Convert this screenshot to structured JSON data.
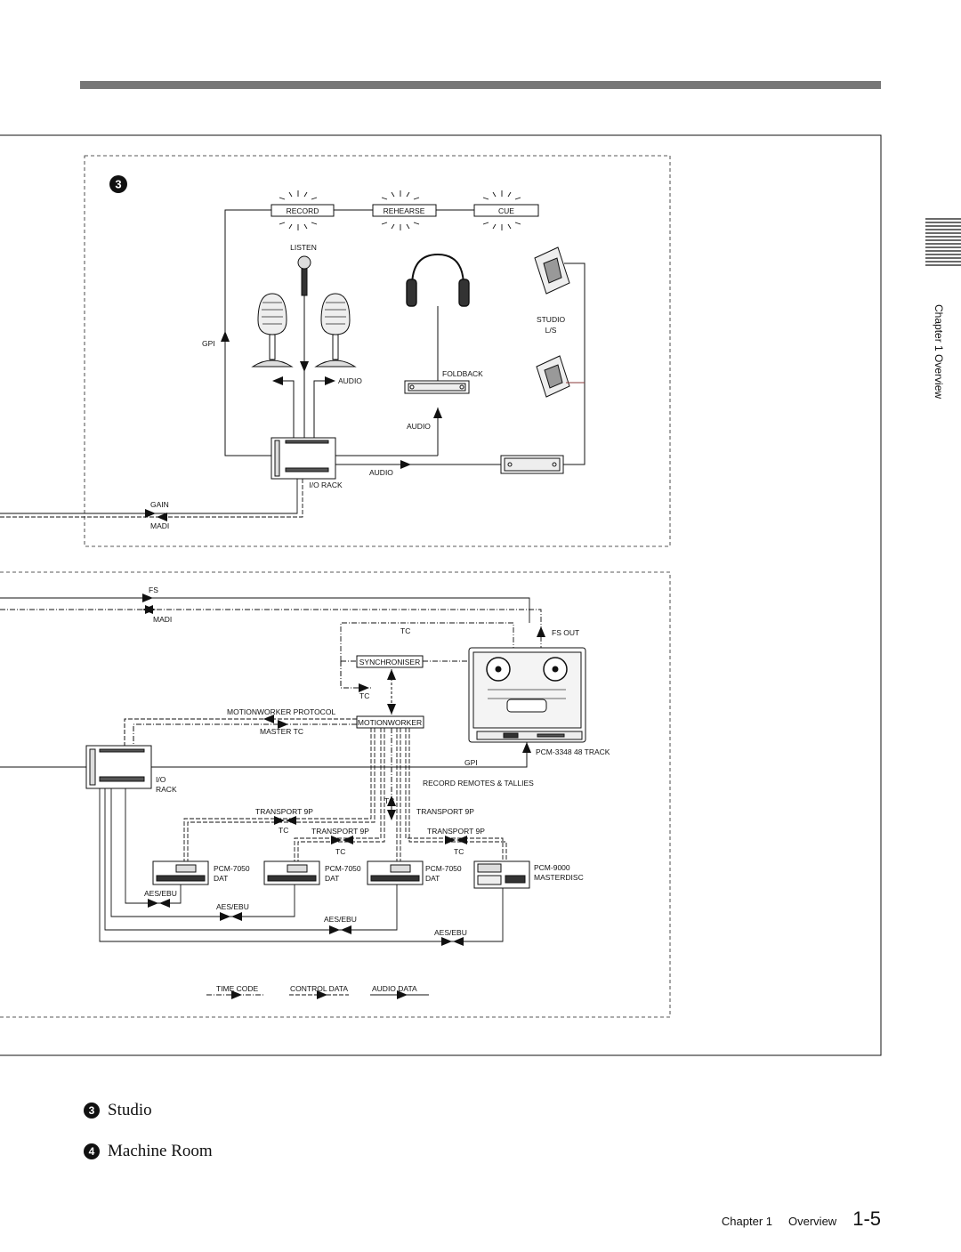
{
  "labels": {
    "record": "RECORD",
    "rehearse": "REHEARSE",
    "cue": "CUE",
    "listen": "LISTEN",
    "studio": "STUDIO",
    "ls": "L/S",
    "gpi": "GPI",
    "audio": "AUDIO",
    "foldback": "FOLDBACK",
    "io_rack": "I/O RACK",
    "gain": "GAIN",
    "madi": "MADI",
    "fs": "FS",
    "tc": "TC",
    "fs_out": "FS OUT",
    "synchroniser": "SYNCHRONISER",
    "motionworker_protocol": "MOTIONWORKER PROTOCOL",
    "motionworker": "MOTIONWORKER",
    "master_tc": "MASTER TC",
    "pcm3348": "PCM-3348 48 TRACK",
    "io": "I/O",
    "rack": "RACK",
    "record_remotes": "RECORD REMOTES & TALLIES",
    "transport_9p": "TRANSPORT 9P",
    "pcm7050": "PCM-7050",
    "dat": "DAT",
    "pcm9000": "PCM-9000",
    "masterdisc": "MASTERDISC",
    "aes_ebu": "AES/EBU",
    "legend_time_code": "TIME CODE",
    "legend_control_data": "CONTROL DATA",
    "legend_audio_data": "AUDIO DATA",
    "marker_3": "3"
  },
  "captions": [
    {
      "num": "3",
      "text": "Studio"
    },
    {
      "num": "4",
      "text": "Machine Room"
    }
  ],
  "side_tab": "Chapter 1  Overview",
  "footer": {
    "chapter": "Chapter 1",
    "section": "Overview",
    "page": "1-5"
  }
}
